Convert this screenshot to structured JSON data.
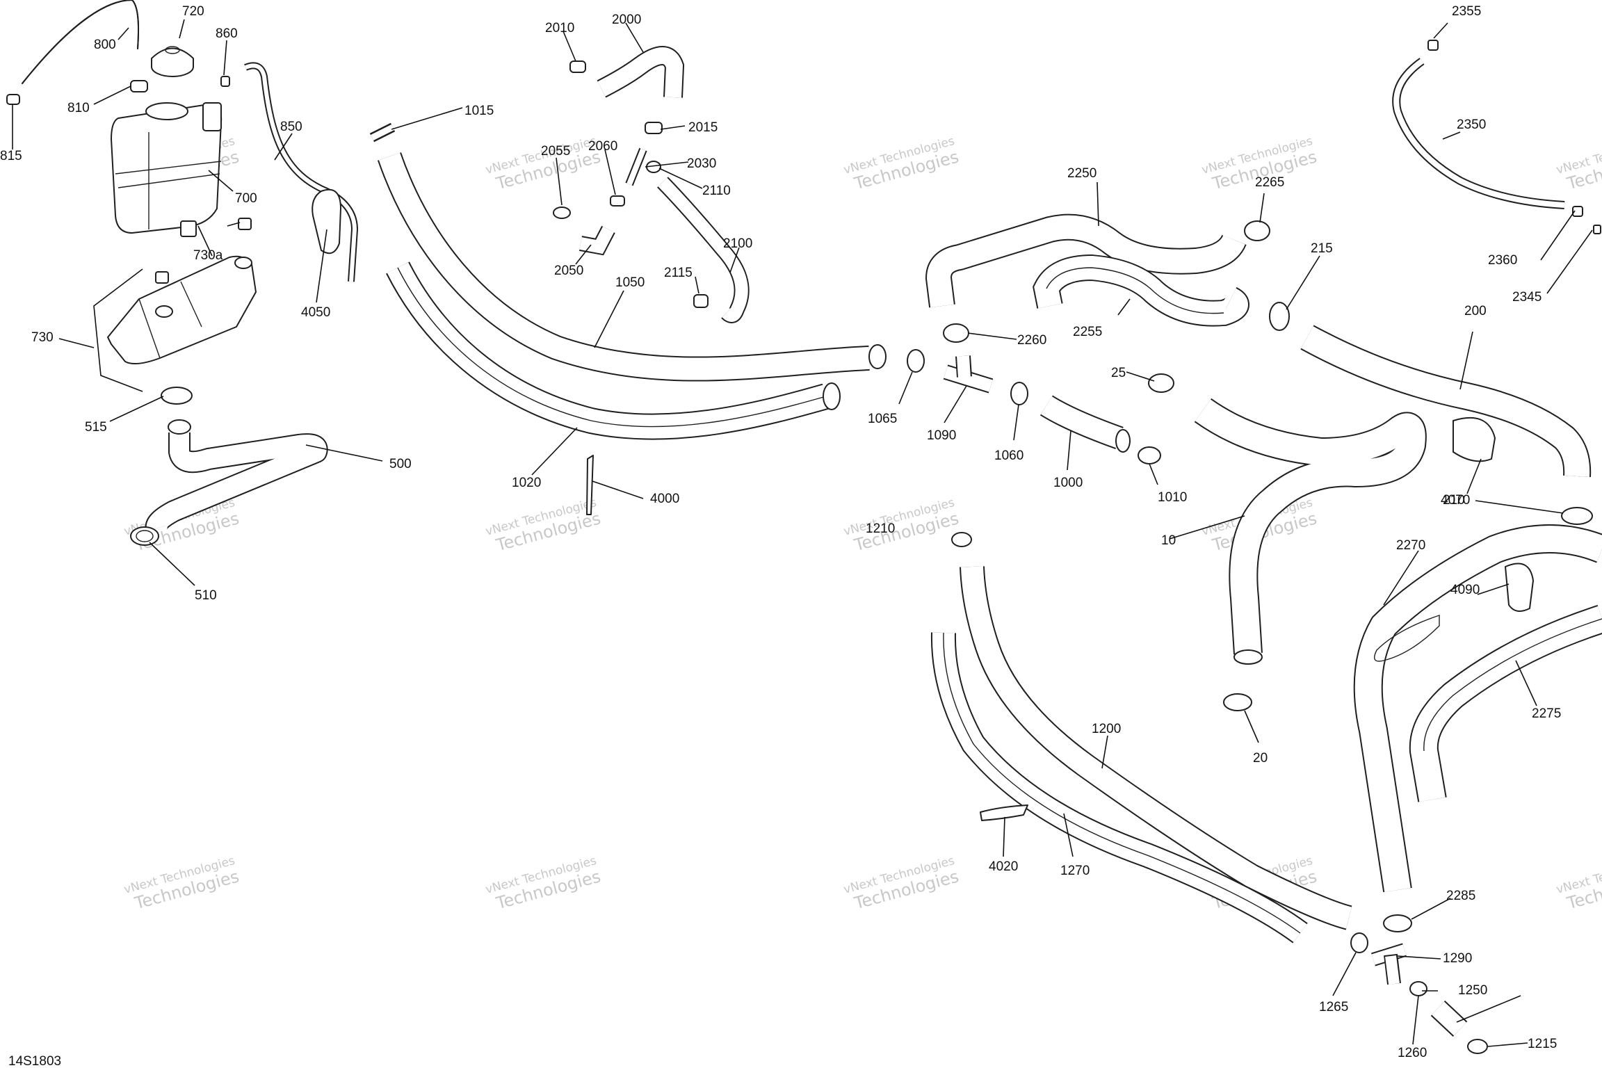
{
  "diagram_code": "14S1803",
  "watermark": {
    "line1": "vNext Technologies",
    "line2": "vNext",
    "line3": "Technologies"
  },
  "parts": {
    "p10": "10",
    "p20": "20",
    "p25": "25",
    "p200": "200",
    "p210": "210",
    "p215": "215",
    "p500": "500",
    "p510": "510",
    "p515": "515",
    "p700": "700",
    "p720": "720",
    "p730": "730",
    "p730a": "730a",
    "p800": "800",
    "p810": "810",
    "p815": "815",
    "p850": "850",
    "p860": "860",
    "p1000": "1000",
    "p1010": "1010",
    "p1015": "1015",
    "p1020": "1020",
    "p1050": "1050",
    "p1060": "1060",
    "p1065": "1065",
    "p1090": "1090",
    "p1200": "1200",
    "p1210": "1210",
    "p1215": "1215",
    "p1250": "1250",
    "p1260": "1260",
    "p1265": "1265",
    "p1270": "1270",
    "p1290": "1290",
    "p2000": "2000",
    "p2010": "2010",
    "p2015": "2015",
    "p2030": "2030",
    "p2050": "2050",
    "p2055": "2055",
    "p2060": "2060",
    "p2100": "2100",
    "p2110": "2110",
    "p2115": "2115",
    "p2250": "2250",
    "p2255": "2255",
    "p2260": "2260",
    "p2265": "2265",
    "p2270": "2270",
    "p2275": "2275",
    "p2285": "2285",
    "p2345": "2345",
    "p2350": "2350",
    "p2355": "2355",
    "p2360": "2360",
    "p4000": "4000",
    "p4020": "4020",
    "p4050": "4050",
    "p4070": "4070",
    "p4090": "4090"
  }
}
